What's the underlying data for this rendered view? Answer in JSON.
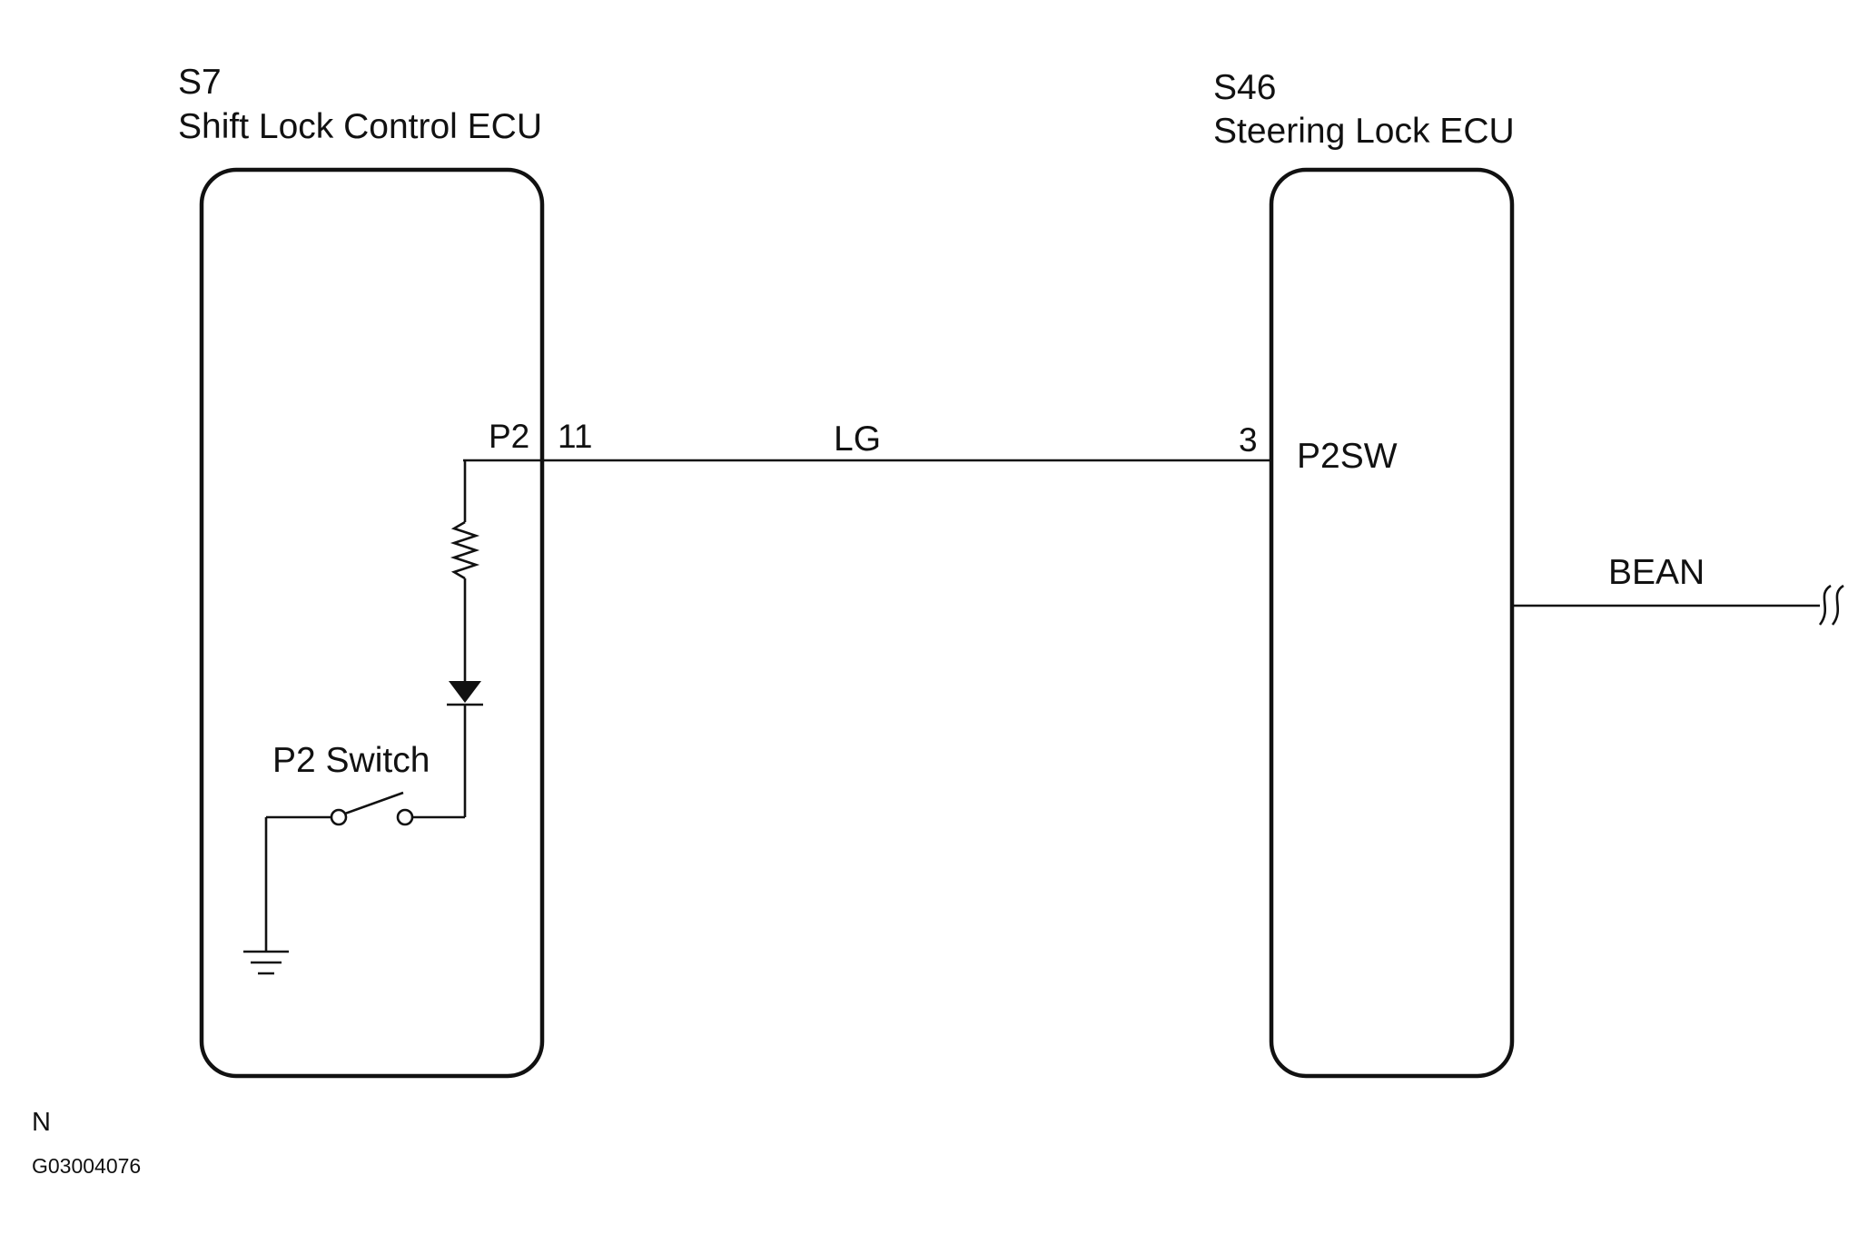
{
  "colors": {
    "line": "#111111",
    "background": "#ffffff"
  },
  "components": {
    "shift_lock_ecu": {
      "id": "S7",
      "name": "Shift Lock Control ECU"
    },
    "steering_lock_ecu": {
      "id": "S46",
      "name": "Steering Lock ECU"
    }
  },
  "terminals": {
    "shift_signal": "P2",
    "shift_pin": "11",
    "steering_pin": "3",
    "steering_signal": "P2SW"
  },
  "wire": {
    "color_code": "LG"
  },
  "bus": {
    "label": "BEAN"
  },
  "switch": {
    "label": "P2 Switch"
  },
  "icons": [
    "resistor-icon",
    "diode-icon",
    "switch-icon",
    "ground-icon",
    "wire-break-icon"
  ],
  "footer": {
    "code": "N",
    "figure_id": "G03004076"
  }
}
